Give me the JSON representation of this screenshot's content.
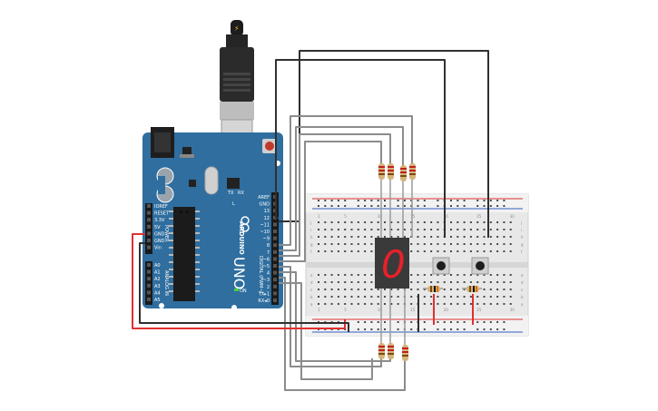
{
  "board": {
    "brand": "ARDUINO",
    "model": "UNO",
    "on_label": "ON",
    "tx_label": "TX",
    "rx_label": "RX",
    "l_label": "L",
    "digital_label": "DIGITAL (PWM~)",
    "power_label": "POWER",
    "analog_label": "ANALOG IN",
    "digital_pins": [
      "AREF",
      "GND",
      "13",
      "12",
      "~11",
      "~10",
      "~9",
      "8",
      "7",
      "~6",
      "~5",
      "4",
      "~3",
      "2",
      "TX▸1",
      "RX◂0"
    ],
    "power_pins": [
      "IOREF",
      "RESET",
      "3.3V",
      "5V",
      "GND",
      "GND",
      "Vin"
    ],
    "analog_pins": [
      "A0",
      "A1",
      "A2",
      "A3",
      "A4",
      "A5"
    ]
  },
  "breadboard": {
    "rows_top": [
      "j",
      "i",
      "h",
      "g",
      "f"
    ],
    "rows_bottom": [
      "e",
      "d",
      "c",
      "b",
      "a"
    ],
    "column_numbers": [
      "1",
      "5",
      "10",
      "15",
      "20",
      "25",
      "30"
    ]
  },
  "display": {
    "digit": "0"
  },
  "colors": {
    "board": "#2f6e9f",
    "breadboard": "#e8e8e8",
    "wire_black": "#303030",
    "wire_gray": "#8c8c8c",
    "wire_red": "#e03030",
    "segment_on": "#e8202a",
    "display_body": "#3a3a3a"
  }
}
